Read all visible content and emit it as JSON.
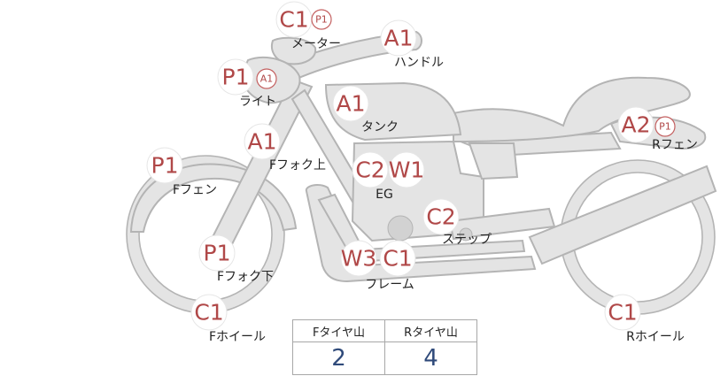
{
  "parts": [
    {
      "id": "meter",
      "label": "メーター",
      "grades": [
        "C1",
        "P1"
      ]
    },
    {
      "id": "handle",
      "label": "ハンドル",
      "grades": [
        "A1"
      ]
    },
    {
      "id": "light",
      "label": "ライト",
      "grades": [
        "P1",
        "A1"
      ]
    },
    {
      "id": "tank",
      "label": "タンク",
      "grades": [
        "A1"
      ]
    },
    {
      "id": "fork-upper",
      "label": "Fフォク上",
      "grades": [
        "A1"
      ]
    },
    {
      "id": "front-fender",
      "label": "Fフェン",
      "grades": [
        "P1"
      ]
    },
    {
      "id": "engine",
      "label": "EG",
      "grades": [
        "C2",
        "W1"
      ]
    },
    {
      "id": "step",
      "label": "ステップ",
      "grades": [
        "C2"
      ]
    },
    {
      "id": "fork-lower",
      "label": "Fフォク下",
      "grades": [
        "P1"
      ]
    },
    {
      "id": "frame",
      "label": "フレーム",
      "grades": [
        "W3",
        "C1"
      ]
    },
    {
      "id": "front-wheel",
      "label": "Fホイール",
      "grades": [
        "C1"
      ]
    },
    {
      "id": "rear-fender",
      "label": "Rフェン",
      "grades": [
        "A2",
        "P1"
      ]
    },
    {
      "id": "rear-wheel",
      "label": "Rホイール",
      "grades": [
        "C1"
      ]
    }
  ],
  "tread": {
    "front_header": "Fタイヤ山",
    "rear_header": "Rタイヤ山",
    "front_value": 2,
    "rear_value": 4
  }
}
